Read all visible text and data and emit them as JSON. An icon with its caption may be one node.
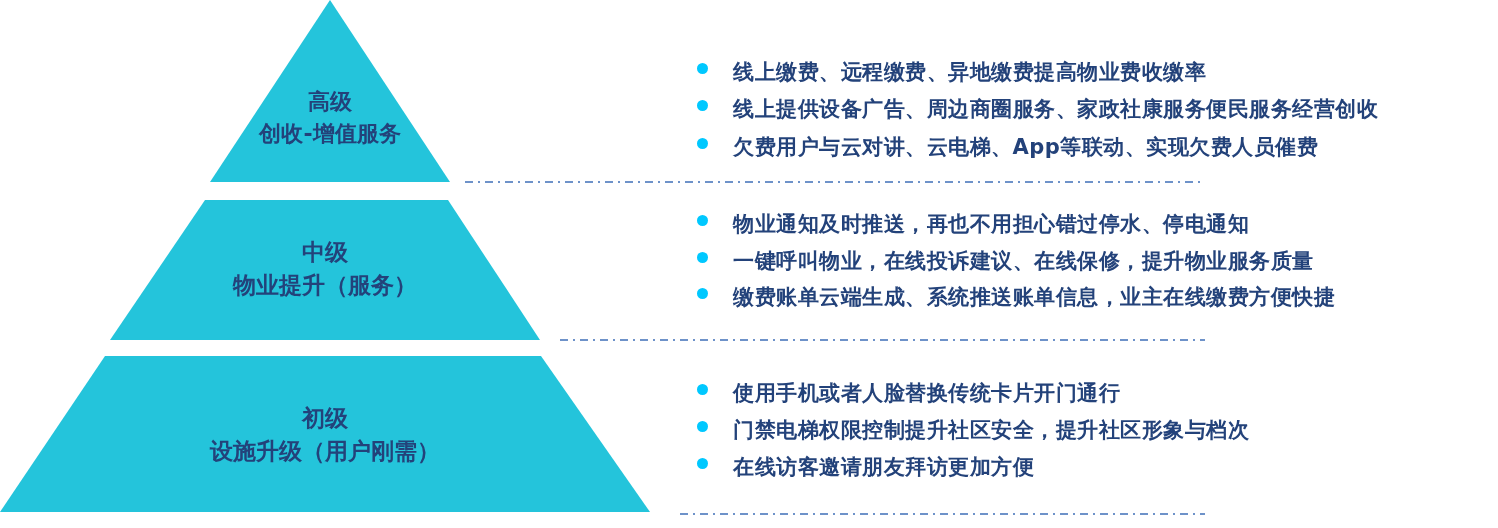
{
  "diagram": {
    "nodes": [
      {
        "text": [
          "高级",
          "创收-增值服务"
        ]
      },
      {
        "text": [
          "中级",
          "物业提升（服务）"
        ]
      },
      {
        "text": [
          "初级",
          "设施升级（用户刚需）"
        ]
      }
    ],
    "edges": [],
    "labels": [
      "线上缴费、远程缴费、异地缴费提高物业费收缴率",
      "线上提供设备广告、周边商圈服务、家政社康服务便民服务经营创收",
      "欠费用户与云对讲、云电梯、App等联动、实现欠费人员催费",
      "物业通知及时推送，再也不用担心错过停水、停电通知",
      "一键呼叫物业，在线投诉建议、在线保修，提升物业服务质量",
      "缴费账单云端生成、系统推送账单信息，业主在线缴费方便快捷",
      "使用手机或者人脸替换传统卡片开门通行",
      "门禁电梯权限控制提升社区安全，提升社区形象与档次",
      "在线访客邀请朋友拜访更加方便"
    ]
  }
}
